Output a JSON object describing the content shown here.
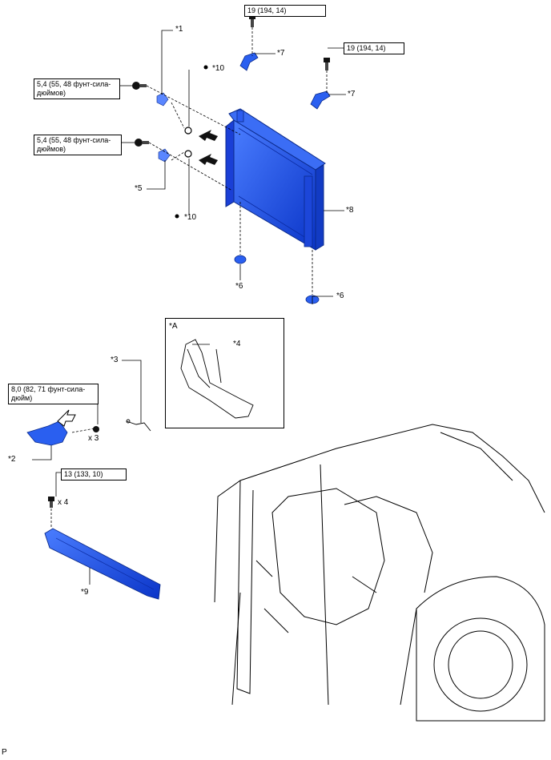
{
  "callouts": {
    "c1": "*1",
    "c2": "*2",
    "c3": "*3",
    "c4": "*4",
    "c5": "*5",
    "c6a": "*6",
    "c6b": "*6",
    "c7a": "*7",
    "c7b": "*7",
    "c8": "*8",
    "c9": "*9",
    "c10a": "*10",
    "c10b": "*10",
    "inset": "*A"
  },
  "torques": {
    "t1": "19 (194, 14)",
    "t2": "19 (194, 14)",
    "t3": "5,4 (55, 48 фунт-сила-дюймов)",
    "t4": "5,4 (55, 48 фунт-сила-дюймов)",
    "t5": "8,0 (82, 71 фунт-сила-дюйм)",
    "t6": "13 (133, 10)"
  },
  "quantities": {
    "q1": "x 3",
    "q2": "x 4"
  },
  "footer": "P",
  "colors": {
    "part_blue": "#2255e8",
    "part_dark": "#0b2a8a",
    "line": "#000000"
  }
}
